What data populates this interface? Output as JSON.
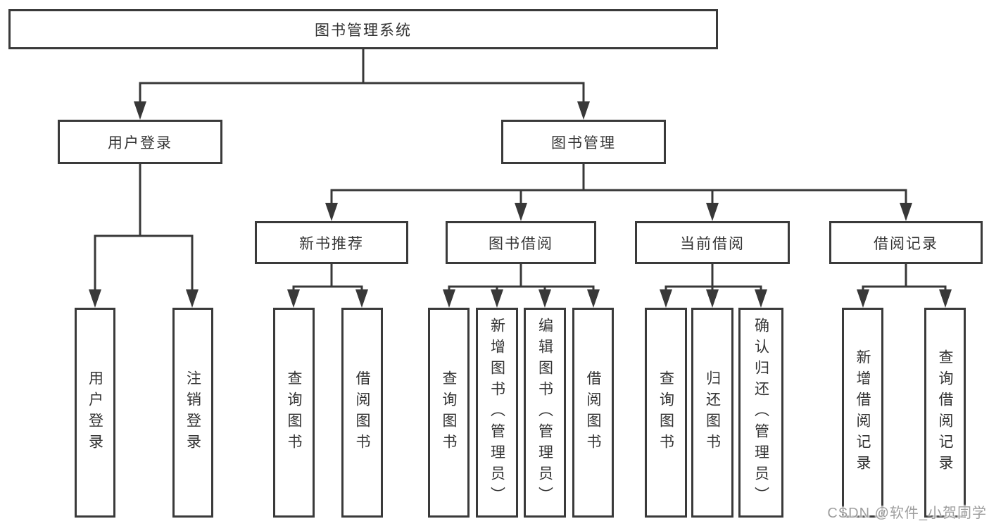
{
  "diagram": {
    "title_node": {
      "label": "图书管理系统"
    },
    "branches": [
      {
        "label": "用户登录"
      },
      {
        "label": "图书管理"
      }
    ],
    "modules": [
      {
        "label": "新书推荐",
        "parent": "图书管理"
      },
      {
        "label": "图书借阅",
        "parent": "图书管理"
      },
      {
        "label": "当前借阅",
        "parent": "图书管理"
      },
      {
        "label": "借阅记录",
        "parent": "图书管理"
      }
    ],
    "functions": [
      {
        "label": "用户登录",
        "parent": "用户登录"
      },
      {
        "label": "注销登录",
        "parent": "用户登录"
      },
      {
        "label": "查询图书",
        "parent": "新书推荐"
      },
      {
        "label": "借阅图书",
        "parent": "新书推荐"
      },
      {
        "label": "查询图书",
        "parent": "图书借阅"
      },
      {
        "label": "新增图书（管理员）",
        "parent": "图书借阅"
      },
      {
        "label": "编辑图书（管理员）",
        "parent": "图书借阅"
      },
      {
        "label": "借阅图书",
        "parent": "图书借阅"
      },
      {
        "label": "查询图书",
        "parent": "当前借阅"
      },
      {
        "label": "归还图书",
        "parent": "当前借阅"
      },
      {
        "label": "确认归还（管理员）",
        "parent": "当前借阅"
      },
      {
        "label": "新增借阅记录",
        "parent": "借阅记录"
      },
      {
        "label": "查询借阅记录",
        "parent": "借阅记录"
      }
    ],
    "watermark": "CSDN @软件_小贺同学",
    "colors": {
      "line": "#383838",
      "box_border": "#3a3a3a",
      "text": "#333333",
      "watermark": "#9e9e9e",
      "background": "#ffffff"
    }
  }
}
